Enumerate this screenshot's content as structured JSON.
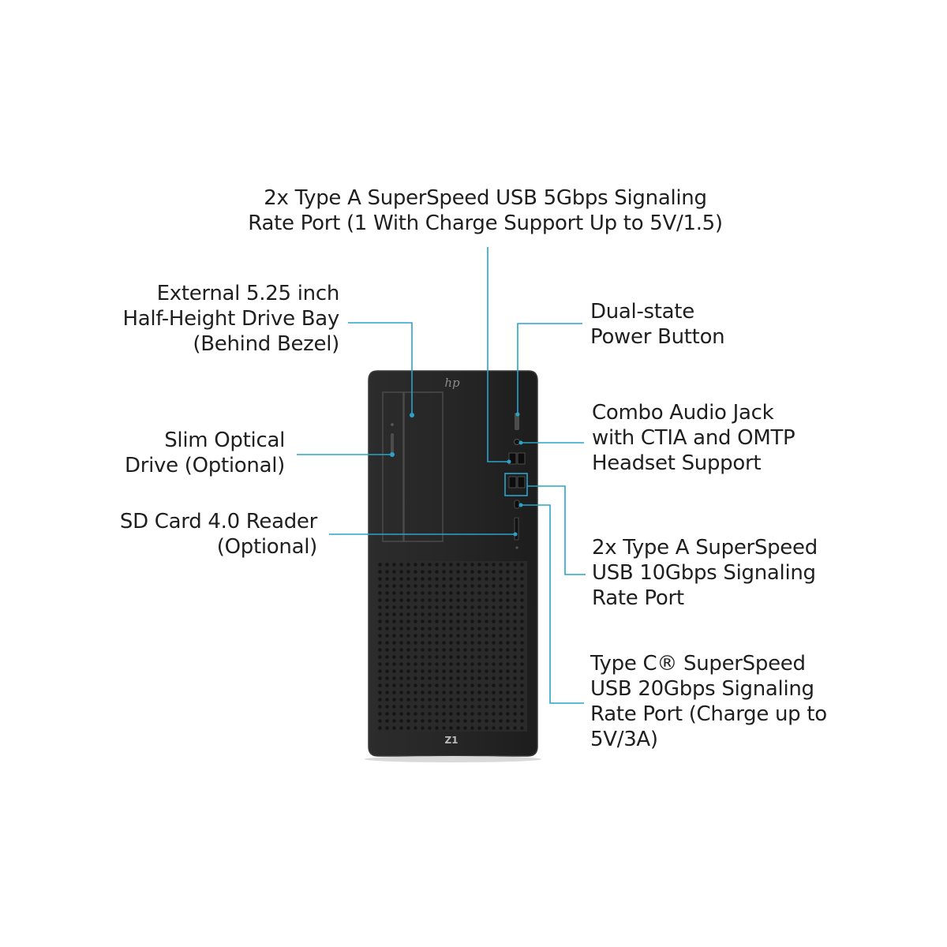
{
  "callouts": {
    "top_usb5": {
      "lines": [
        "2x Type A SuperSpeed USB 5Gbps Signaling",
        "Rate Port (1 With Charge Support Up to 5V/1.5)"
      ]
    },
    "drive_bay": {
      "lines": [
        "External 5.25 inch",
        "Half-Height Drive Bay",
        "(Behind Bezel)"
      ]
    },
    "optical": {
      "lines": [
        "Slim Optical",
        "Drive (Optional)"
      ]
    },
    "sd_card": {
      "lines": [
        "SD Card 4.0 Reader",
        "(Optional)"
      ]
    },
    "power": {
      "lines": [
        "Dual-state",
        "Power Button"
      ]
    },
    "audio": {
      "lines": [
        "Combo Audio Jack",
        "with CTIA and OMTP",
        "Headset Support"
      ]
    },
    "usb10": {
      "lines": [
        "2x Type A SuperSpeed",
        "USB 10Gbps Signaling",
        "Rate Port"
      ]
    },
    "typec": {
      "lines": [
        "Type C® SuperSpeed",
        "USB 20Gbps Signaling",
        "Rate Port (Charge up to",
        "5V/3A)"
      ]
    }
  },
  "product": {
    "logo_text": "hp",
    "model_badge": "Z1"
  },
  "colors": {
    "leader": "#2aa3c9",
    "chassis": "#232323",
    "chassis_edge": "#3a3a3a",
    "text": "#1f1f1f"
  }
}
